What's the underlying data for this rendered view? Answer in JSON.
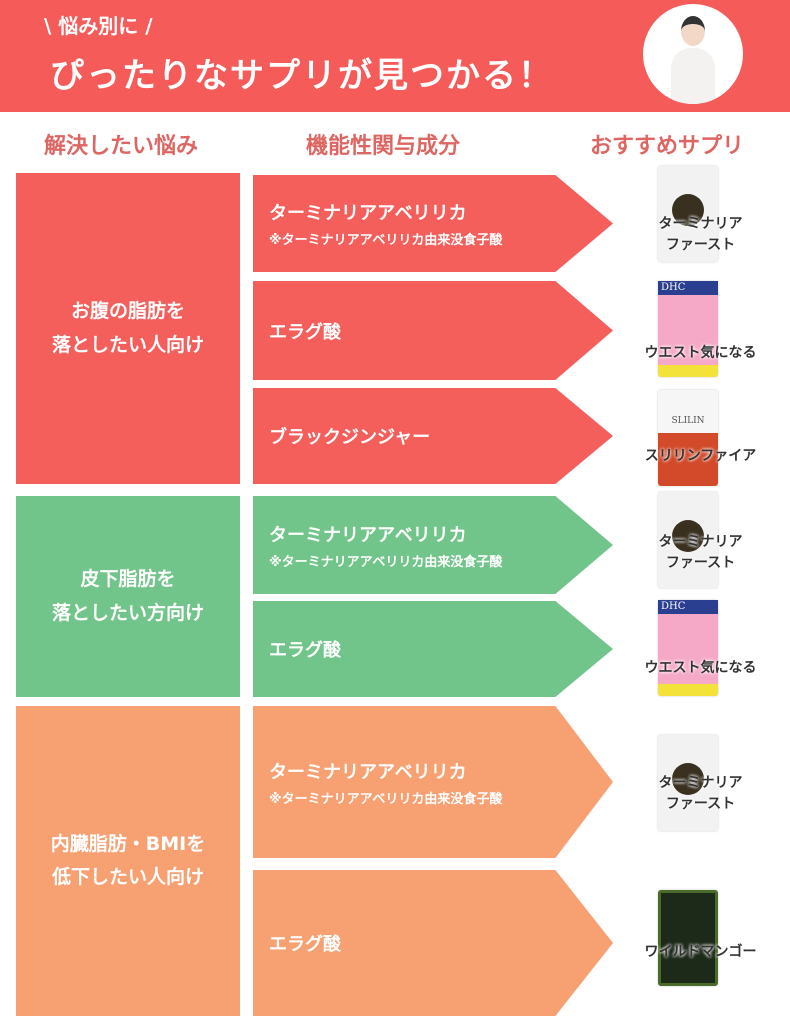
{
  "header": {
    "subtitle": "\\ 悩み別に /",
    "title": "ぴったりなサプリが見つかる！"
  },
  "columns": [
    "解決したい悩み",
    "機能性関与成分",
    "おすすめサプリ"
  ],
  "sections": [
    {
      "concern": [
        "お腹の脂肪を",
        "落としたい人向け"
      ],
      "color": "#f45f5c",
      "rows": [
        {
          "ingredient": "ターミナリアアベリリカ",
          "note": "※ターミナリアアベリリカ由来没食子酸",
          "product": [
            "ターミナリア",
            "ファースト"
          ]
        },
        {
          "ingredient": "エラグ酸",
          "note": "",
          "product": [
            "ウエスト気になる"
          ]
        },
        {
          "ingredient": "ブラックジンジャー",
          "note": "",
          "product": [
            "スリリンファイア"
          ]
        }
      ]
    },
    {
      "concern": [
        "皮下脂肪を",
        "落としたい方向け"
      ],
      "color": "#72c58a",
      "rows": [
        {
          "ingredient": "ターミナリアアベリリカ",
          "note": "※ターミナリアアベリリカ由来没食子酸",
          "product": [
            "ターミナリア",
            "ファースト"
          ]
        },
        {
          "ingredient": "エラグ酸",
          "note": "",
          "product": [
            "ウエスト気になる"
          ]
        }
      ]
    },
    {
      "concern": [
        "内臓脂肪・BMIを",
        "低下したい人向け"
      ],
      "color": "#f7a072",
      "rows": [
        {
          "ingredient": "ターミナリアアベリリカ",
          "note": "※ターミナリアアベリリカ由来没食子酸",
          "product": [
            "ターミナリア",
            "ファースト"
          ]
        },
        {
          "ingredient": "エラグ酸",
          "note": "",
          "product": [
            "ワイルドマンゴー"
          ]
        }
      ]
    }
  ],
  "package_text": {
    "dhc": "DHC",
    "slilin": "SLILIN"
  }
}
